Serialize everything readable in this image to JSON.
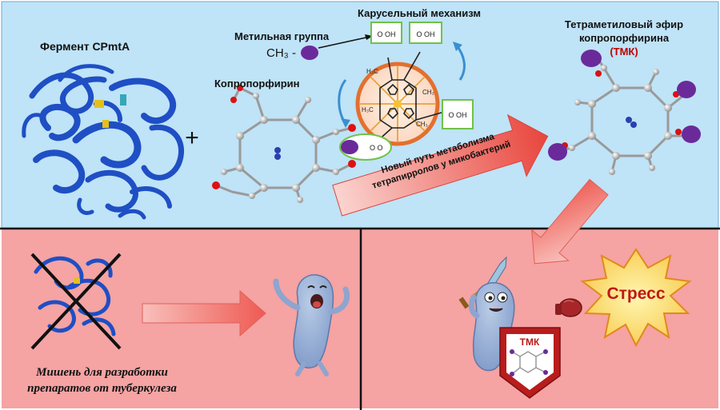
{
  "top_panel": {
    "enzyme_label": "Фермент CPmtA",
    "methyl_group_label": "Метильная группа",
    "ch3_label": "CH₃ -",
    "coproporphyrin_label": "Копропорфирин",
    "carousel_label": "Карусельный механизм",
    "product_label_line1": "Тетраметиловый эфир",
    "product_label_line2": "копропорфирина",
    "product_abbrev": "(ТМК)",
    "arrow_text_line1": "Новый путь метаболизма",
    "arrow_text_line2": "тетрапирролов у микобактерий",
    "plus_sign": "+"
  },
  "bottom_left": {
    "caption_line1": "Мишень для разработки",
    "caption_line2": "препаратов от туберкулеза"
  },
  "bottom_right": {
    "stress_label": "Стресс",
    "shield_label": "ТМК"
  },
  "colors": {
    "top_bg": "#bfe3f7",
    "bottom_bg": "#f5a3a3",
    "protein_blue": "#1f4fc4",
    "methyl_purple": "#6b2a9a",
    "arrow_red": "#e8453c",
    "abbrev_red": "#c00000"
  }
}
